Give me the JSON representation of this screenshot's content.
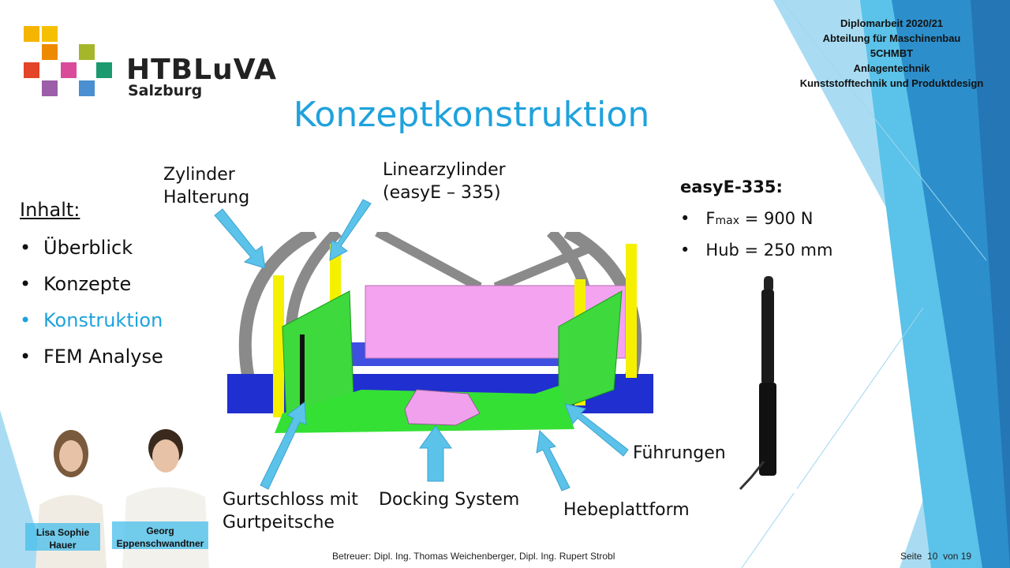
{
  "logo": {
    "name": "HTBLuVA",
    "city": "Salzburg"
  },
  "info": [
    "Diplomarbeit 2020/21",
    "Abteilung für Maschinenbau",
    "5CHMBT",
    "Anlagentechnik",
    "Kunststofftechnik und Produktdesign"
  ],
  "title": "Konzeptkonstruktion",
  "menu": {
    "heading": "Inhalt:",
    "items": [
      {
        "label": "Überblick"
      },
      {
        "label": "Konzepte"
      },
      {
        "label": "Konstruktion",
        "active": true
      },
      {
        "label": "FEM Analyse"
      }
    ]
  },
  "labels": {
    "zylinder1": "Zylinder",
    "zylinder2": "Halterung",
    "linear1": "Linearzylinder",
    "linear2": "(easyE – 335)",
    "gurt1": "Gurtschloss mit",
    "gurt2": "Gurtpeitsche",
    "docking": "Docking System",
    "hebe": "Hebeplattform",
    "fuehrungen": "Führungen"
  },
  "spec": {
    "title": "easyE-335:",
    "fmax_prefix": "F",
    "fmax_sub": "max",
    "fmax_value": " = 900 N",
    "hub": "Hub = 250 mm"
  },
  "people": [
    {
      "name1": "Lisa Sophie",
      "name2": "Hauer"
    },
    {
      "name1": "Georg",
      "name2": "Eppenschwandtner"
    }
  ],
  "footer": {
    "betreuer": "Betreuer: Dipl.  Ing. Thomas Weichenberger,  Dipl.  Ing. Rupert Strobl",
    "seite": "Seite",
    "page": "10",
    "von": "von 19"
  },
  "colors": {
    "accent": "#1fa2dc"
  }
}
